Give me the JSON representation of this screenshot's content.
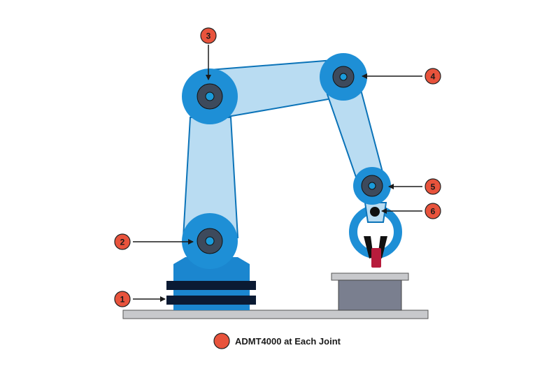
{
  "colors": {
    "marker_fill": "#e8533c",
    "marker_stroke": "#222222",
    "arm_fill": "#b9dcf2",
    "arm_stroke": "#0b73b8",
    "joint_outer": "#1e8fd6",
    "joint_inner": "#3d4a5c",
    "joint_center": "#1a9ad9",
    "base_fill": "#1b86cf",
    "base_band": "#0b1a33",
    "table_fill": "#c8c9cc",
    "block_fill": "#7a7f8f",
    "gripper_dark": "#111111",
    "object_fill": "#b71c3c"
  },
  "markers": [
    {
      "id": "1",
      "label": "1"
    },
    {
      "id": "2",
      "label": "2"
    },
    {
      "id": "3",
      "label": "3"
    },
    {
      "id": "4",
      "label": "4"
    },
    {
      "id": "5",
      "label": "5"
    },
    {
      "id": "6",
      "label": "6"
    }
  ],
  "legend": {
    "label": "ADMT4000 at Each Joint"
  }
}
